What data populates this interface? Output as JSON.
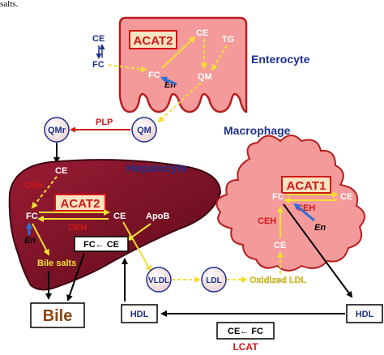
{
  "header_fragment": "salts.",
  "cells": {
    "enterocyte": "Enterocyte",
    "macrophage": "Macrophage",
    "hepatocyte": "Hepatocyte"
  },
  "enzymes": {
    "acat2_enterocyte": "ACAT2",
    "acat2_hepatocyte": "ACAT2",
    "acat1": "ACAT1",
    "ceh_liver_top": "CEH",
    "ceh_liver_mid": "CEH",
    "ceh_macrophage_top": "CEH",
    "ceh_macrophage_left": "CEH",
    "plp": "PLP",
    "apob": "ApoB",
    "lcat": "LCAT"
  },
  "molecules": {
    "ce_outside": "CE",
    "fc_outside": "FC",
    "ce_enterocyte": "CE",
    "tg_enterocyte": "TG",
    "fc_enterocyte": "FC",
    "en_enterocyte": "En",
    "qm_enterocyte": "QM",
    "qm_blood": "QM",
    "qmr": "QMr",
    "ce_liver_top": "CE",
    "fc_liver": "FC",
    "ce_liver_right": "CE",
    "en_liver": "En",
    "fc_ce_box": "FC← CE",
    "bile_salts": "Bile salts",
    "bile": "Bile",
    "vldl": "VLDL",
    "ldl": "LDL",
    "oxidized_ldl": "Oxidized LDL",
    "fc_macrophage": "FC",
    "ce_macrophage_right": "CE",
    "en_macrophage": "En",
    "ce_macrophage_bottom": "CE",
    "hdl_left": "HDL",
    "hdl_right": "HDL",
    "ce_fc_box": "CE← FC"
  },
  "colors": {
    "cell_fill": "#f59a9a",
    "cell_stroke": "#b51e1e",
    "liver_fill": "#7a1024",
    "liver_stroke": "#3d0610",
    "lipo_fill": "#f2e2e2",
    "navy": "#1f2f8c",
    "enzyme_red": "#d01818",
    "yellow": "#f2e034",
    "en_blue": "#2c6fd6"
  }
}
